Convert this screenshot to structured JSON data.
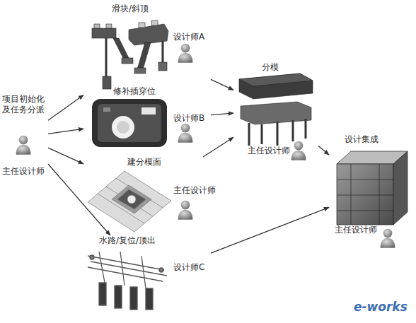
{
  "diagram": {
    "nodes": [
      {
        "text": [
          "项目初始化及任务分派",
          "主任设计师"
        ]
      },
      {
        "text": [
          "滑块/斜顶",
          "设计师A"
        ]
      },
      {
        "text": [
          "修补插穿位",
          "设计师B"
        ]
      },
      {
        "text": [
          "建分模面",
          "主任设计师"
        ]
      },
      {
        "text": [
          "水路/复位/顶出",
          "设计师C"
        ]
      },
      {
        "text": [
          "分模",
          "主任设计师"
        ]
      },
      {
        "text": [
          "设计集成",
          "主任设计师"
        ]
      }
    ],
    "edges": [
      {
        "from": 0,
        "to": 1,
        "arrow": "to"
      },
      {
        "from": 0,
        "to": 2,
        "arrow": "to"
      },
      {
        "from": 0,
        "to": 3,
        "arrow": "to"
      },
      {
        "from": 0,
        "to": 4,
        "arrow": "to"
      },
      {
        "from": 1,
        "to": 5,
        "arrow": "to"
      },
      {
        "from": 2,
        "to": 5,
        "arrow": "to"
      },
      {
        "from": 3,
        "to": 5,
        "arrow": "to"
      },
      {
        "from": 5,
        "to": 6,
        "arrow": "to"
      },
      {
        "from": 4,
        "to": 6,
        "arrow": "to"
      }
    ],
    "labels": [
      "e-works"
    ]
  }
}
